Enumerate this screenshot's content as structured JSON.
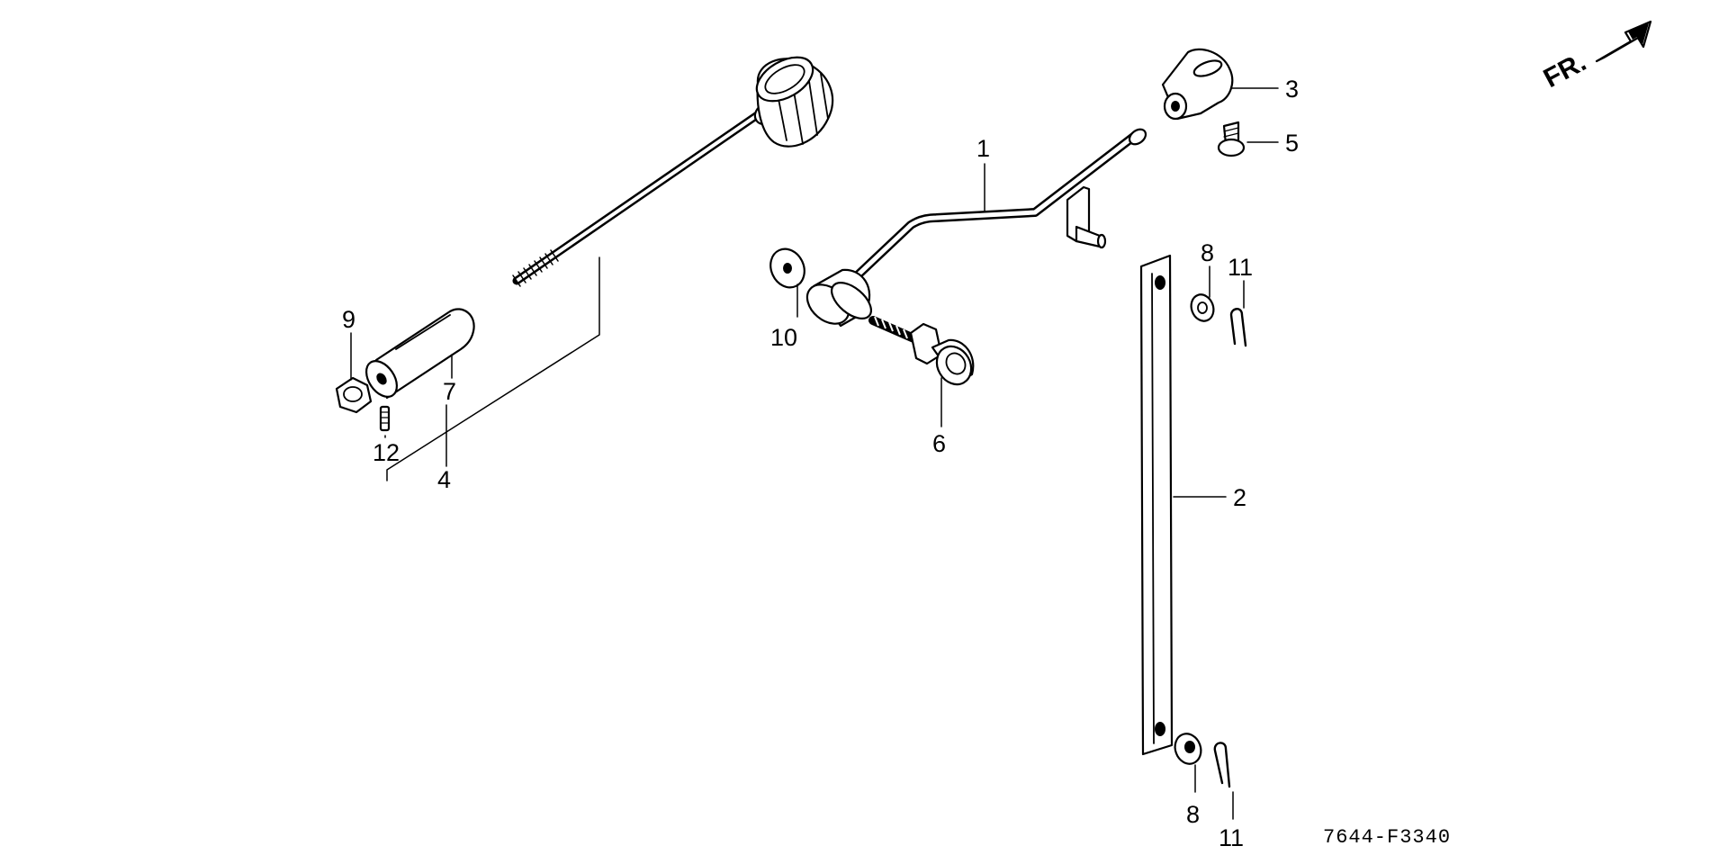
{
  "diagram": {
    "orientation_label": "FR.",
    "drawing_code": "7644-F3340",
    "callouts": [
      "1",
      "2",
      "3",
      "4",
      "5",
      "6",
      "7",
      "8",
      "8",
      "9",
      "10",
      "11",
      "11",
      "12"
    ]
  }
}
